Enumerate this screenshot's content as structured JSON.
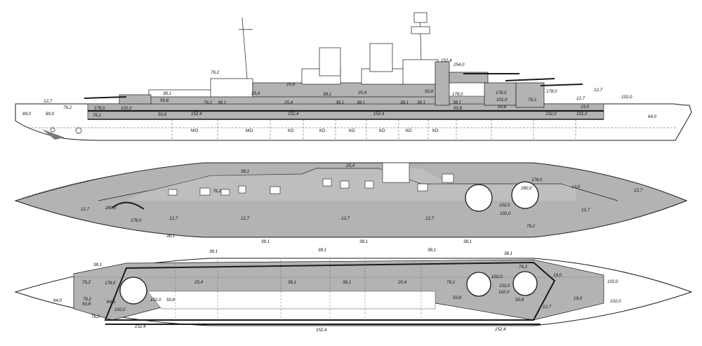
{
  "colors": {
    "armor": "#b3b3b3",
    "hull": "#ffffff",
    "outline": "#1a1a1a",
    "water": "#7a7a7a"
  },
  "side_profile": {
    "labels": [
      {
        "id": "s1",
        "text": "12,7"
      },
      {
        "id": "s2",
        "text": "76,2"
      },
      {
        "id": "s3",
        "text": "89,0"
      },
      {
        "id": "s4",
        "text": "89,0"
      },
      {
        "id": "s5",
        "text": "178,0"
      },
      {
        "id": "s6",
        "text": "102,0"
      },
      {
        "id": "s7",
        "text": "76,2"
      },
      {
        "id": "s8",
        "text": "50,8"
      },
      {
        "id": "s9",
        "text": "50,8"
      },
      {
        "id": "s10",
        "text": "38,1"
      },
      {
        "id": "s11",
        "text": "76,2"
      },
      {
        "id": "s12",
        "text": "25,4"
      },
      {
        "id": "s13",
        "text": "76,2"
      },
      {
        "id": "s14",
        "text": "38,1"
      },
      {
        "id": "s15",
        "text": "152,4"
      },
      {
        "id": "s16",
        "text": "25,4"
      },
      {
        "id": "s17",
        "text": "25,4"
      },
      {
        "id": "s18",
        "text": "152,4"
      },
      {
        "id": "s19",
        "text": "38,1"
      },
      {
        "id": "s20",
        "text": "25,4"
      },
      {
        "id": "s21",
        "text": "38,1"
      },
      {
        "id": "s22",
        "text": "38,1"
      },
      {
        "id": "s23",
        "text": "152,4"
      },
      {
        "id": "s24",
        "text": "38,1"
      },
      {
        "id": "s25",
        "text": "38,1"
      },
      {
        "id": "s26",
        "text": "50,8"
      },
      {
        "id": "s27",
        "text": "152,4"
      },
      {
        "id": "s28",
        "text": "254,0"
      },
      {
        "id": "s29",
        "text": "178,0"
      },
      {
        "id": "s30",
        "text": "38,1"
      },
      {
        "id": "s31",
        "text": "50,8"
      },
      {
        "id": "s32",
        "text": "178,0"
      },
      {
        "id": "s33",
        "text": "102,0"
      },
      {
        "id": "s34",
        "text": "50,8"
      },
      {
        "id": "s35",
        "text": "76,2"
      },
      {
        "id": "s36",
        "text": "178,0"
      },
      {
        "id": "s37",
        "text": "102,0"
      },
      {
        "id": "s38",
        "text": "12,7"
      },
      {
        "id": "s39",
        "text": "12,7"
      },
      {
        "id": "s40",
        "text": "102,0"
      },
      {
        "id": "s41",
        "text": "19,0"
      },
      {
        "id": "s42",
        "text": "102,0"
      },
      {
        "id": "s43",
        "text": "64,0"
      }
    ],
    "compartments": [
      "МО",
      "МО",
      "КО",
      "КО",
      "КО",
      "КО",
      "КО",
      "КО"
    ]
  },
  "middle_plan": {
    "labels": [
      {
        "id": "m1",
        "text": "38,1"
      },
      {
        "id": "m2",
        "text": "25,4"
      },
      {
        "id": "m3",
        "text": "76,2"
      },
      {
        "id": "m4",
        "text": "178,0"
      },
      {
        "id": "m5",
        "text": "280,0"
      },
      {
        "id": "m6",
        "text": "19,0"
      },
      {
        "id": "m7",
        "text": "12,7"
      },
      {
        "id": "m8",
        "text": "12,7"
      },
      {
        "id": "m9",
        "text": "280,0"
      },
      {
        "id": "m10",
        "text": "178,0"
      },
      {
        "id": "m11",
        "text": "12,7"
      },
      {
        "id": "m12",
        "text": "12,7"
      },
      {
        "id": "m13",
        "text": "12,7"
      },
      {
        "id": "m14",
        "text": "12,7"
      },
      {
        "id": "m15",
        "text": "102,0"
      },
      {
        "id": "m16",
        "text": "102,0"
      },
      {
        "id": "m17",
        "text": "12,7"
      },
      {
        "id": "m18",
        "text": "76,2"
      },
      {
        "id": "m19",
        "text": "38,1"
      },
      {
        "id": "m20",
        "text": "38,1"
      },
      {
        "id": "m21",
        "text": "38,1"
      },
      {
        "id": "m22",
        "text": "38,1"
      }
    ]
  },
  "bottom_plan": {
    "labels": [
      {
        "id": "b1",
        "text": "38,1"
      },
      {
        "id": "b2",
        "text": "38,1"
      },
      {
        "id": "b3",
        "text": "38,1"
      },
      {
        "id": "b4",
        "text": "38,1"
      },
      {
        "id": "b5",
        "text": "38,1"
      },
      {
        "id": "b6",
        "text": "76,2"
      },
      {
        "id": "b7",
        "text": "178,0"
      },
      {
        "id": "b8",
        "text": "76,2"
      },
      {
        "id": "b9",
        "text": "25,4"
      },
      {
        "id": "b10",
        "text": "38,1"
      },
      {
        "id": "b11",
        "text": "38,1"
      },
      {
        "id": "b12",
        "text": "25,4"
      },
      {
        "id": "b13",
        "text": "76,2"
      },
      {
        "id": "b14",
        "text": "102,0"
      },
      {
        "id": "b15",
        "text": "102,0"
      },
      {
        "id": "b16",
        "text": "19,0"
      },
      {
        "id": "b17",
        "text": "102,0"
      },
      {
        "id": "b18",
        "text": "64,0"
      },
      {
        "id": "b19",
        "text": "76,2"
      },
      {
        "id": "b20",
        "text": "50,8"
      },
      {
        "id": "b21",
        "text": "64,5"
      },
      {
        "id": "b22",
        "text": "102,0"
      },
      {
        "id": "b23",
        "text": "102,0"
      },
      {
        "id": "b24",
        "text": "50,8"
      },
      {
        "id": "b25",
        "text": "50,8"
      },
      {
        "id": "b26",
        "text": "50,8"
      },
      {
        "id": "b27",
        "text": "12,7"
      },
      {
        "id": "b28",
        "text": "19,0"
      },
      {
        "id": "b29",
        "text": "102,0"
      },
      {
        "id": "b30",
        "text": "76,2"
      },
      {
        "id": "b31",
        "text": "152,4"
      },
      {
        "id": "b32",
        "text": "152,4"
      },
      {
        "id": "b33",
        "text": "152,4"
      },
      {
        "id": "b34",
        "text": "102,0"
      }
    ]
  }
}
